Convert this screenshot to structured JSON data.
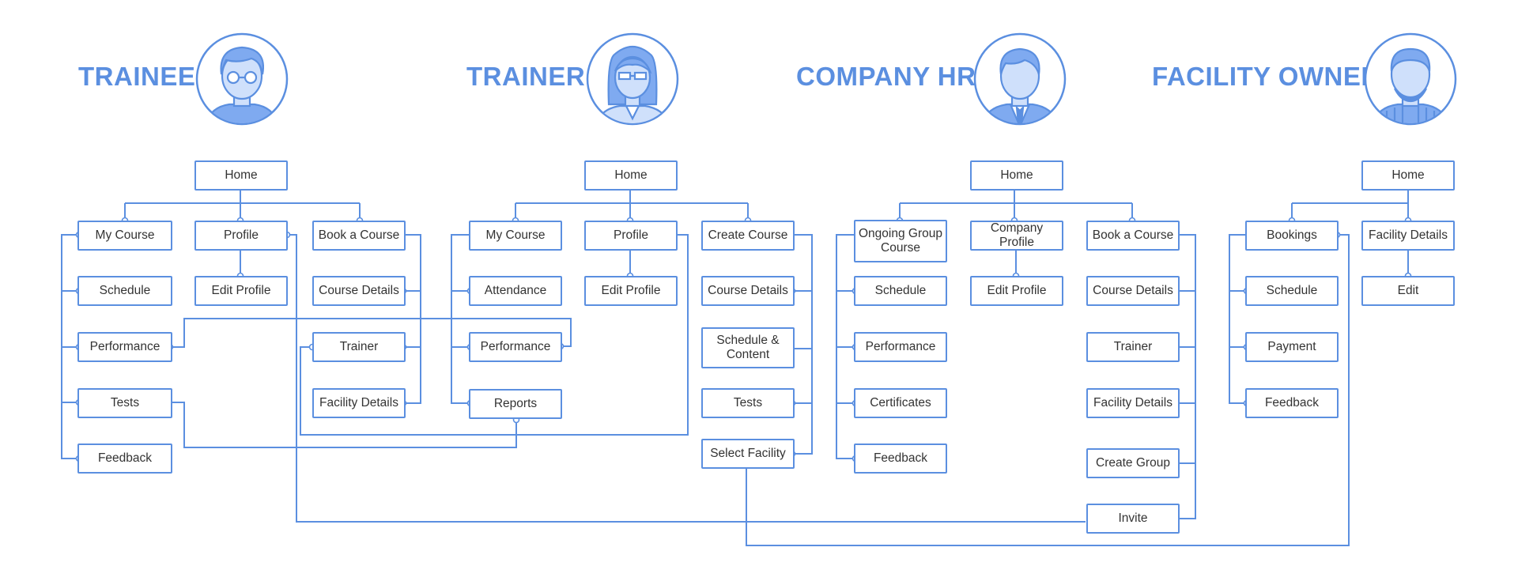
{
  "colors": {
    "accent": "#5b8fe0",
    "light": "#cfe0fb",
    "text": "#333333"
  },
  "roles": {
    "trainee": "TRAINEE",
    "trainer": "TRAINER",
    "hr": "COMPANY HR",
    "owner": "FACILITY OWNER"
  },
  "avatars": [
    "trainee-avatar-icon",
    "trainer-avatar-icon",
    "hr-avatar-icon",
    "owner-avatar-icon"
  ],
  "trainee": {
    "home": "Home",
    "my_course": "My Course",
    "profile": "Profile",
    "book_course": "Book a Course",
    "schedule": "Schedule",
    "edit_profile": "Edit Profile",
    "course_details": "Course Details",
    "performance": "Performance",
    "trainer": "Trainer",
    "tests": "Tests",
    "facility_details": "Facility Details",
    "feedback": "Feedback"
  },
  "trainer": {
    "home": "Home",
    "my_course": "My Course",
    "profile": "Profile",
    "create_course": "Create Course",
    "attendance": "Attendance",
    "edit_profile": "Edit Profile",
    "course_details": "Course Details",
    "performance": "Performance",
    "schedule_content": "Schedule &\nContent",
    "reports": "Reports",
    "tests": "Tests",
    "select_facility": "Select Facility"
  },
  "hr": {
    "home": "Home",
    "ongoing": "Ongoing Group\nCourse",
    "company_profile": "Company Profile",
    "book_course": "Book a Course",
    "schedule": "Schedule",
    "edit_profile": "Edit Profile",
    "course_details": "Course Details",
    "performance": "Performance",
    "trainer": "Trainer",
    "certificates": "Certificates",
    "facility_details": "Facility Details",
    "feedback": "Feedback",
    "create_group": "Create Group",
    "invite": "Invite"
  },
  "owner": {
    "home": "Home",
    "bookings": "Bookings",
    "facility_details": "Facility Details",
    "schedule": "Schedule",
    "edit": "Edit",
    "payment": "Payment",
    "feedback": "Feedback"
  }
}
